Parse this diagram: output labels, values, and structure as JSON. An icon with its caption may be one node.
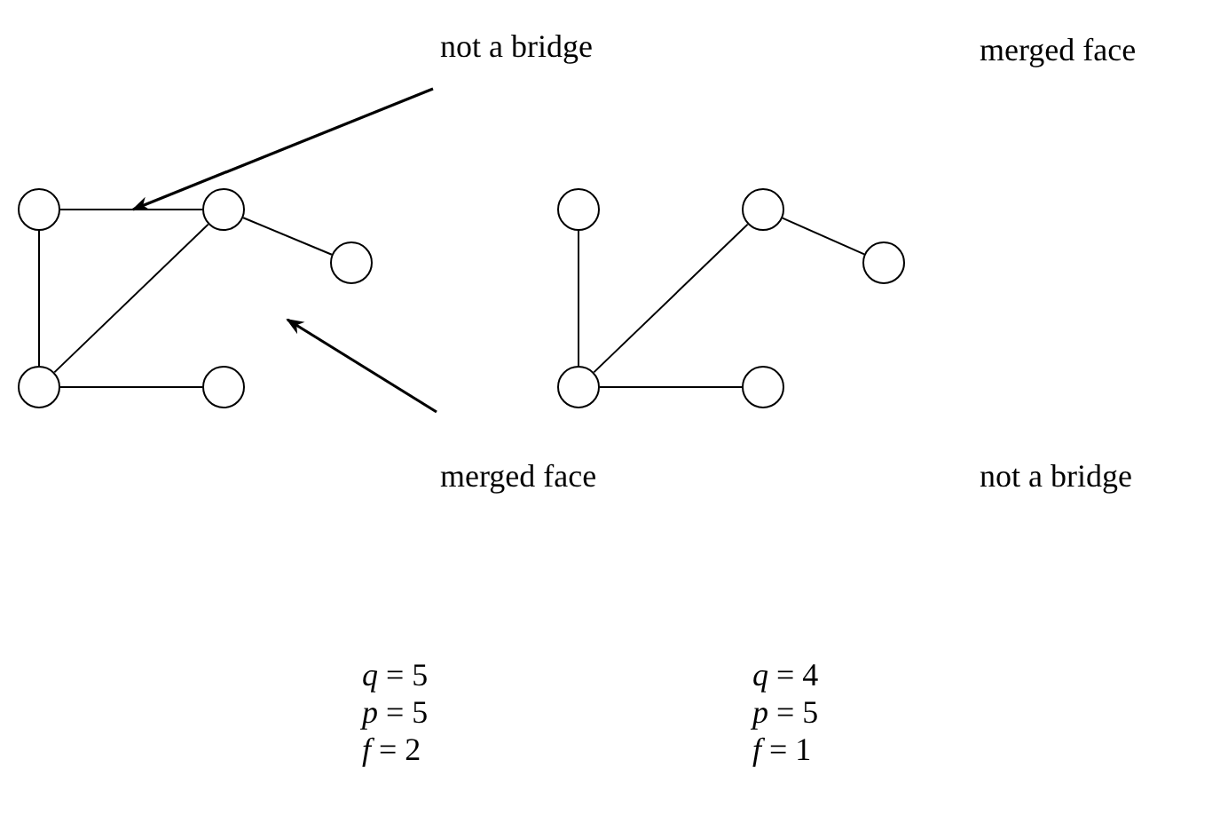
{
  "diagram": {
    "nodes": [
      {
        "text": [
          "not a bridge"
        ]
      },
      {
        "text": [],
        "shape": "circle"
      },
      {
        "text": [],
        "shape": "circle"
      },
      {
        "text": [],
        "shape": "circle"
      },
      {
        "text": [],
        "shape": "circle"
      },
      {
        "text": [],
        "shape": "circle"
      },
      {
        "text": [],
        "shape": "circle"
      },
      {
        "text": [],
        "shape": "circle"
      },
      {
        "text": [],
        "shape": "circle"
      },
      {
        "text": [],
        "shape": "circle"
      },
      {
        "text": [],
        "shape": "circle"
      },
      {
        "text": [
          "merged face"
        ]
      }
    ],
    "edges": [
      {
        "from": 0,
        "to": null,
        "arrow": "to"
      },
      {
        "from": 1,
        "to": 2,
        "arrow": "none"
      },
      {
        "from": 2,
        "to": 3,
        "arrow": "none"
      },
      {
        "from": 1,
        "to": 4,
        "arrow": "none"
      },
      {
        "from": 4,
        "to": 2,
        "arrow": "none"
      },
      {
        "from": 4,
        "to": 5,
        "arrow": "none"
      },
      {
        "from": 6,
        "to": 9,
        "arrow": "none"
      },
      {
        "from": 9,
        "to": 7,
        "arrow": "none"
      },
      {
        "from": 7,
        "to": 8,
        "arrow": "none"
      },
      {
        "from": 9,
        "to": 10,
        "arrow": "none"
      },
      {
        "from": 11,
        "to": null,
        "arrow": "to"
      }
    ],
    "labels": [
      "merged face",
      "not a bridge",
      "*q* = 5",
      "*q* = 4",
      "*p* = 5",
      "*p* = 5",
      "*f* = 2",
      "*f* = 1"
    ]
  }
}
